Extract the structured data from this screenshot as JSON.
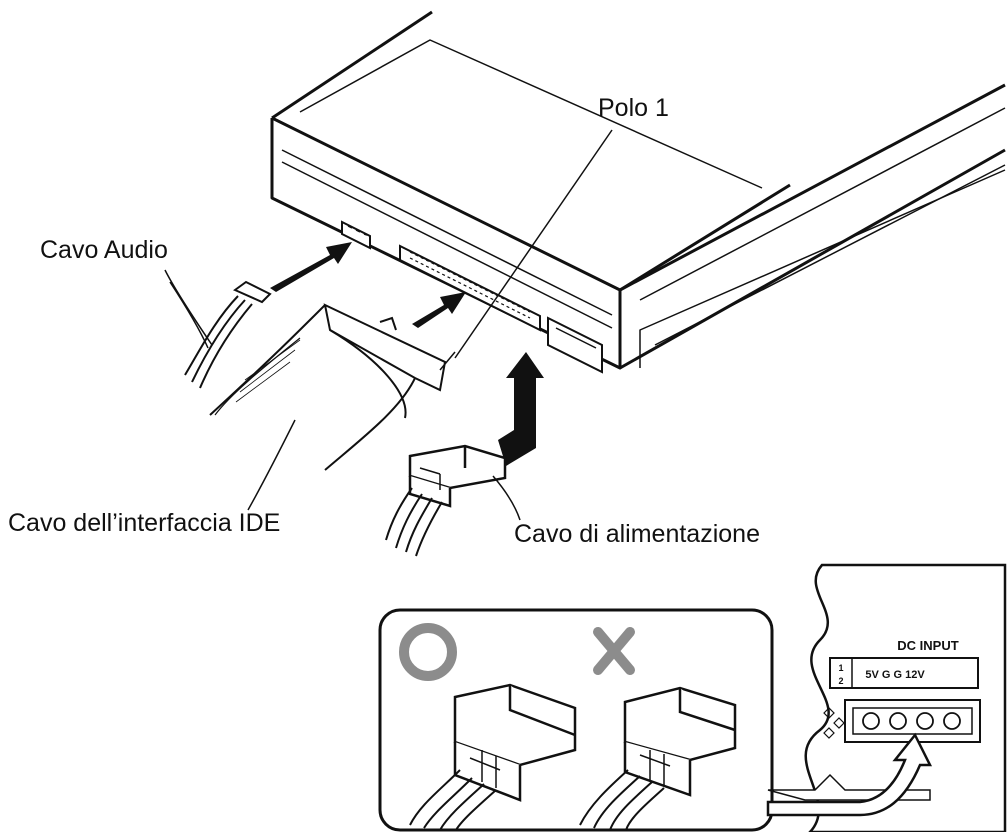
{
  "labels": {
    "polo": "Polo 1",
    "audio": "Cavo Audio",
    "ide": "Cavo dell’interfaccia IDE",
    "power": "Cavo di alimentazione"
  },
  "panel": {
    "dc_input": "DC INPUT",
    "pins": "5V G G 12V",
    "jumper_top": "1",
    "jumper_bottom": "2"
  },
  "marks": {
    "correct": "O",
    "wrong": "X"
  },
  "colors": {
    "line": "#111111",
    "mark_gray": "#8c8c8c"
  }
}
